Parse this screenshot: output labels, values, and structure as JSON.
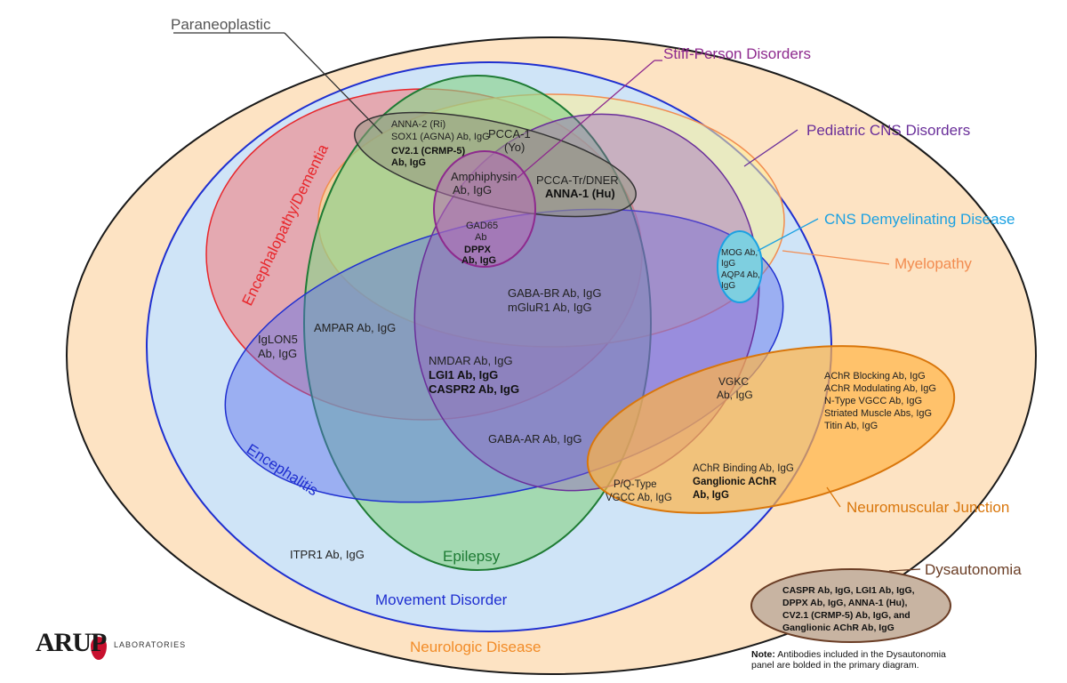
{
  "categories": {
    "neurologic_disease": {
      "label": "Neurologic Disease",
      "color": "#f28c28"
    },
    "movement_disorder": {
      "label": "Movement Disorder",
      "color": "#1f2fd0"
    },
    "encephalopathy": {
      "label": "Encephalopathy/Dementia",
      "color": "#e8262b"
    },
    "epilepsy": {
      "label": "Epilepsy",
      "color": "#1e7b34"
    },
    "encephalitis": {
      "label": "Encephalitis",
      "color": "#1f2fd0"
    },
    "paraneoplastic": {
      "label": "Paraneoplastic",
      "color": "#555555"
    },
    "stiff_person": {
      "label": "Stiff-Person Disorders",
      "color": "#8e2a8e"
    },
    "pediatric": {
      "label": "Pediatric CNS Disorders",
      "color": "#6a2f9a"
    },
    "demyelinating": {
      "label": "CNS Demyelinating Disease",
      "color": "#1ba1e2"
    },
    "myelopathy": {
      "label": "Myelopathy",
      "color": "#f28c50"
    },
    "nmj": {
      "label": "Neuromuscular Junction",
      "color": "#d9760b"
    },
    "dysautonomia": {
      "label": "Dysautonomia",
      "color": "#6b3e26"
    }
  },
  "antibodies": {
    "anna2": "ANNA-2 (Ri)",
    "sox1": "SOX1 (AGNA) Ab, IgG",
    "cv2_a": "CV2.1 (CRMP-5)",
    "cv2_b": "Ab, IgG",
    "pcca1_a": "PCCA-1",
    "pcca1_b": "(Yo)",
    "amph_a": "Amphiphysin",
    "amph_b": "Ab, IgG",
    "pccatr": "PCCA-Tr/DNER",
    "anna1": "ANNA-1 (Hu)",
    "gad_a": "GAD65",
    "gad_b": "Ab",
    "dppx_a": "DPPX",
    "dppx_b": "Ab, IgG",
    "mog_a": "MOG Ab,",
    "mog_b": "IgG",
    "aqp4_a": "AQP4 Ab,",
    "aqp4_b": "IgG",
    "gababr": "GABA-BR Ab, IgG",
    "mglur1": "mGluR1 Ab, IgG",
    "ampar": "AMPAR Ab, IgG",
    "iglon_a": "IgLON5",
    "iglon_b": "Ab, IgG",
    "nmdar": "NMDAR Ab, IgG",
    "lgi1": "LGI1 Ab, IgG",
    "caspr2": "CASPR2 Ab, IgG",
    "vgkc_a": "VGKC",
    "vgkc_b": "Ab, IgG",
    "gabaar": "GABA-AR Ab, IgG",
    "pq_a": "P/Q-Type",
    "pq_b": "VGCC Ab, IgG",
    "achr_bind": "AChR Binding Ab, IgG",
    "gang_a": "Ganglionic AChR",
    "gang_b": "Ab, IgG",
    "nmj_1": "AChR Blocking Ab, IgG",
    "nmj_2": "AChR Modulating Ab, IgG",
    "nmj_3": "N-Type VGCC Ab, IgG",
    "nmj_4": "Striated Muscle Abs, IgG",
    "nmj_5": "Titin Ab, IgG",
    "itpr1": "ITPR1 Ab, IgG"
  },
  "dysautonomia_panel": [
    "CASPR Ab, IgG, LGI1 Ab, IgG,",
    "DPPX Ab, IgG, ANNA-1 (Hu),",
    "CV2.1 (CRMP-5) Ab, IgG, and",
    "Ganglionic AChR Ab, IgG"
  ],
  "note": {
    "bold": "Note:",
    "line1": "Antibodies included in the Dysautonomia",
    "line2": "panel are bolded in the primary diagram."
  },
  "logo": {
    "main": "ARUP",
    "sub": "LABORATORIES"
  }
}
